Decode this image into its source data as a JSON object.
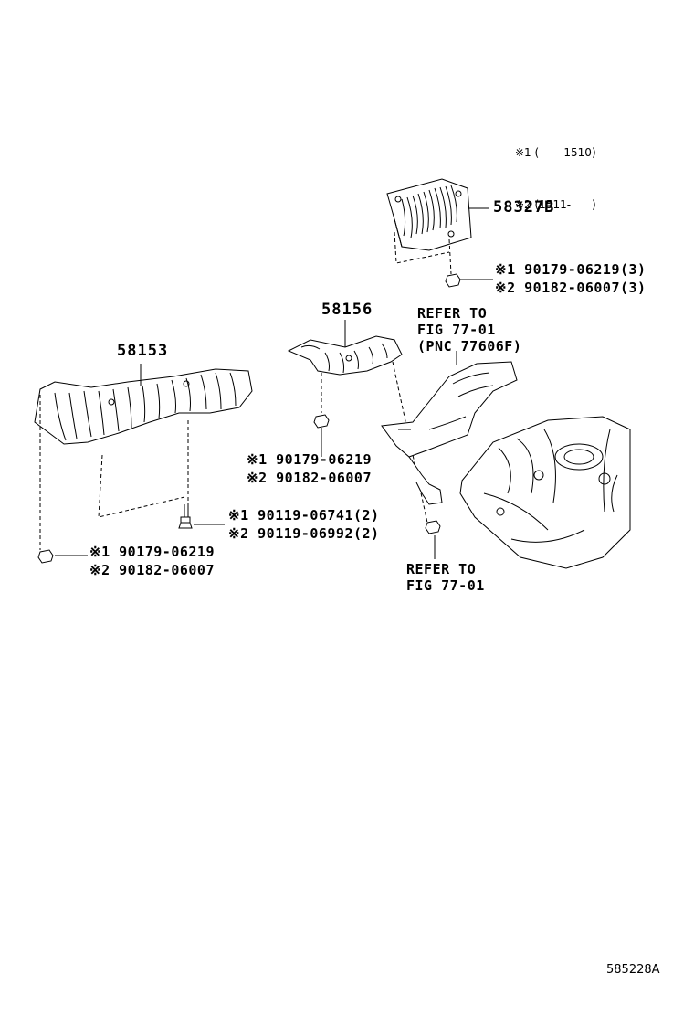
{
  "legend": {
    "item1": "※1 (      -1510)",
    "item2": "※2 (1511-      )"
  },
  "parts": {
    "p58327B": "58327B",
    "p58156": "58156",
    "p58153": "58153"
  },
  "callouts": {
    "c_58327b_1": "※1 90179-06219(3)",
    "c_58327b_2": "※2 90182-06007(3)",
    "c_58156_1": "※1 90179-06219",
    "c_58156_2": "※2 90182-06007",
    "c_bolt_1": "※1 90119-06741(2)",
    "c_bolt_2": "※2 90119-06992(2)",
    "c_58153_1": "※1 90179-06219",
    "c_58153_2": "※2 90182-06007"
  },
  "refer_top": [
    "REFER TO",
    "FIG 77-01",
    "(PNC 77606F)"
  ],
  "refer_bottom": [
    "REFER TO",
    "FIG 77-01"
  ],
  "figure_id": "585228A"
}
